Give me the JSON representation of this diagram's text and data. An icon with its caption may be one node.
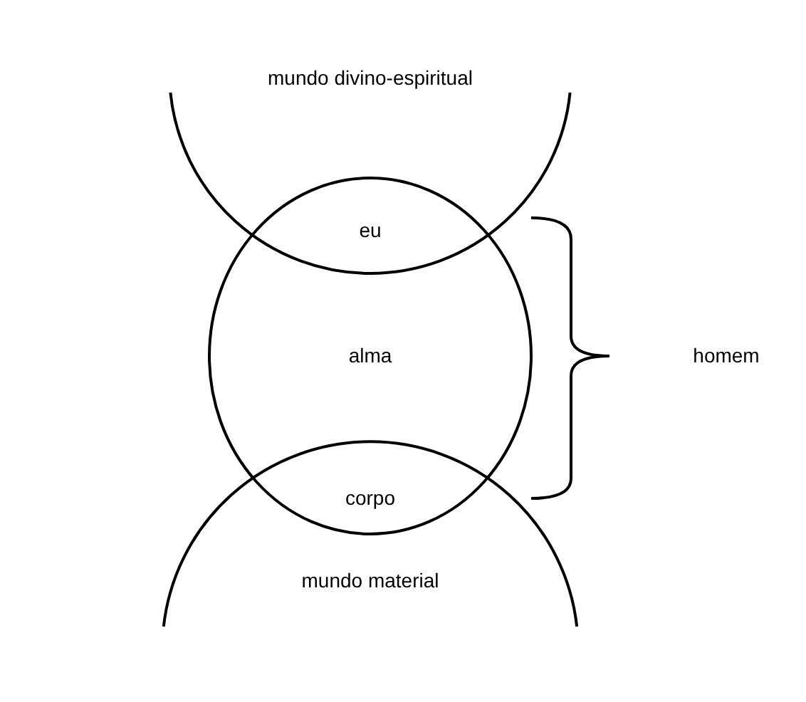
{
  "diagram": {
    "nodes": [
      {
        "text": [
          "mundo divino-espiritual"
        ]
      },
      {
        "text": [
          "alma"
        ]
      },
      {
        "text": [
          "mundo material"
        ]
      }
    ],
    "labels": [
      "eu",
      "corpo",
      "homem"
    ]
  }
}
